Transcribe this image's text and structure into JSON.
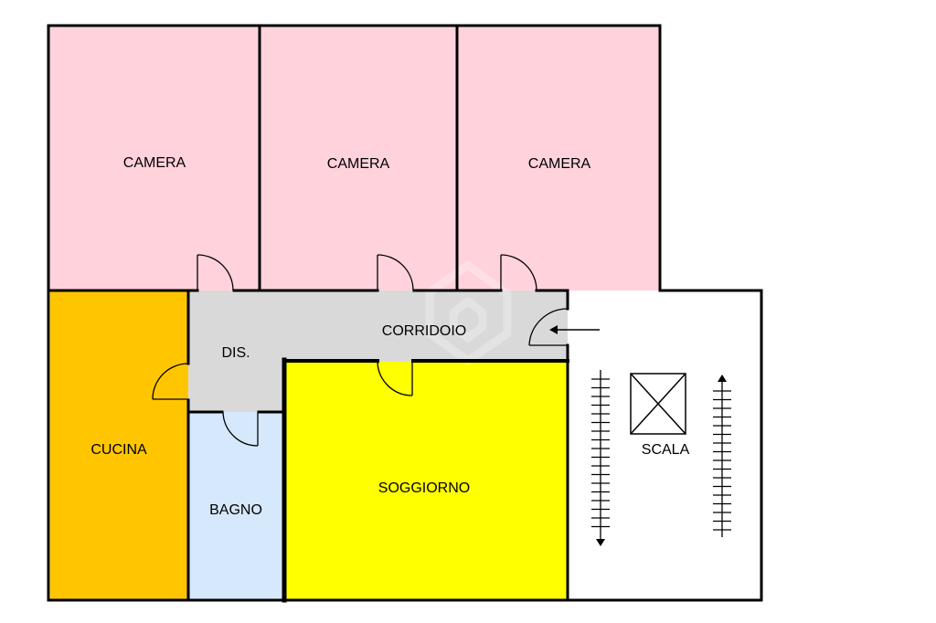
{
  "floorplan": {
    "rooms": {
      "camera_1": {
        "label": "CAMERA",
        "fill": "#ffd2dc"
      },
      "camera_2": {
        "label": "CAMERA",
        "fill": "#ffd2dc"
      },
      "camera_3": {
        "label": "CAMERA",
        "fill": "#ffd2dc"
      },
      "corridoio": {
        "label": "CORRIDOIO",
        "fill": "#d9d9d9"
      },
      "dis": {
        "label": "DIS.",
        "fill": "#d9d9d9"
      },
      "cucina": {
        "label": "CUCINA",
        "fill": "#ffc600"
      },
      "bagno": {
        "label": "BAGNO",
        "fill": "#d6e8fb"
      },
      "soggiorno": {
        "label": "SOGGIORNO",
        "fill": "#ffff00"
      },
      "scala": {
        "label": "SCALA",
        "fill": "#ffffff"
      }
    },
    "colors": {
      "wall": "#000000"
    }
  }
}
